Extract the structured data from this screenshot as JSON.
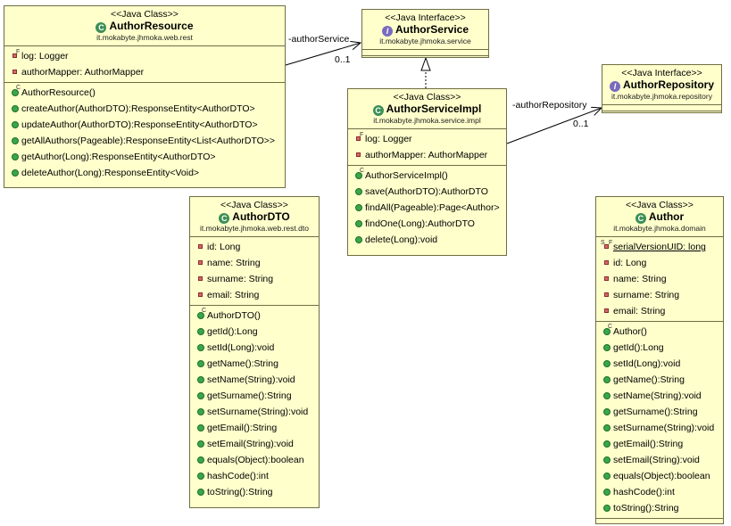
{
  "colors": {
    "box_fill": "#ffffcc",
    "box_border": "#6e6e44",
    "class_badge": "#3c8f55",
    "interface_badge": "#7a6abf"
  },
  "author_resource": {
    "stereotype": "<<Java Class>>",
    "name": "AuthorResource",
    "package": "it.mokabyte.jhmoka.web.rest",
    "fields": [
      {
        "text": "log: Logger",
        "icon": "private-final-field-icon"
      },
      {
        "text": "authorMapper: AuthorMapper",
        "icon": "private-field-icon"
      }
    ],
    "methods": [
      "AuthorResource()",
      "createAuthor(AuthorDTO):ResponseEntity<AuthorDTO>",
      "updateAuthor(AuthorDTO):ResponseEntity<AuthorDTO>",
      "getAllAuthors(Pageable):ResponseEntity<List<AuthorDTO>>",
      "getAuthor(Long):ResponseEntity<AuthorDTO>",
      "deleteAuthor(Long):ResponseEntity<Void>"
    ]
  },
  "author_service": {
    "stereotype": "<<Java Interface>>",
    "name": "AuthorService",
    "package": "it.mokabyte.jhmoka.service"
  },
  "author_repository": {
    "stereotype": "<<Java Interface>>",
    "name": "AuthorRepository",
    "package": "it.mokabyte.jhmoka.repository"
  },
  "author_service_impl": {
    "stereotype": "<<Java Class>>",
    "name": "AuthorServiceImpl",
    "package": "it.mokabyte.jhmoka.service.impl",
    "fields": [
      {
        "text": "log: Logger",
        "icon": "private-final-field-icon"
      },
      {
        "text": "authorMapper: AuthorMapper",
        "icon": "private-field-icon"
      }
    ],
    "methods": [
      "AuthorServiceImpl()",
      "save(AuthorDTO):AuthorDTO",
      "findAll(Pageable):Page<Author>",
      "findOne(Long):AuthorDTO",
      "delete(Long):void"
    ]
  },
  "author_dto": {
    "stereotype": "<<Java Class>>",
    "name": "AuthorDTO",
    "package": "it.mokabyte.jhmoka.web.rest.dto",
    "fields": [
      {
        "text": "id: Long",
        "icon": "private-field-icon"
      },
      {
        "text": "name: String",
        "icon": "private-field-icon"
      },
      {
        "text": "surname: String",
        "icon": "private-field-icon"
      },
      {
        "text": "email: String",
        "icon": "private-field-icon"
      }
    ],
    "methods": [
      "AuthorDTO()",
      "getId():Long",
      "setId(Long):void",
      "getName():String",
      "setName(String):void",
      "getSurname():String",
      "setSurname(String):void",
      "getEmail():String",
      "setEmail(String):void",
      "equals(Object):boolean",
      "hashCode():int",
      "toString():String"
    ]
  },
  "author": {
    "stereotype": "<<Java Class>>",
    "name": "Author",
    "package": "it.mokabyte.jhmoka.domain",
    "fields": [
      {
        "text": "serialVersionUID: long",
        "icon": "static-final-field-icon",
        "underline": true
      },
      {
        "text": "id: Long",
        "icon": "private-field-icon"
      },
      {
        "text": "name: String",
        "icon": "private-field-icon"
      },
      {
        "text": "surname: String",
        "icon": "private-field-icon"
      },
      {
        "text": "email: String",
        "icon": "private-field-icon"
      }
    ],
    "methods": [
      "Author()",
      "getId():Long",
      "setId(Long):void",
      "getName():String",
      "setName(String):void",
      "getSurname():String",
      "setSurname(String):void",
      "getEmail():String",
      "setEmail(String):void",
      "equals(Object):boolean",
      "hashCode():int",
      "toString():String"
    ]
  },
  "associations": {
    "author_service_role": "-authorService",
    "author_service_mult": "0..1",
    "author_repository_role": "-authorRepository",
    "author_repository_mult": "0..1"
  }
}
